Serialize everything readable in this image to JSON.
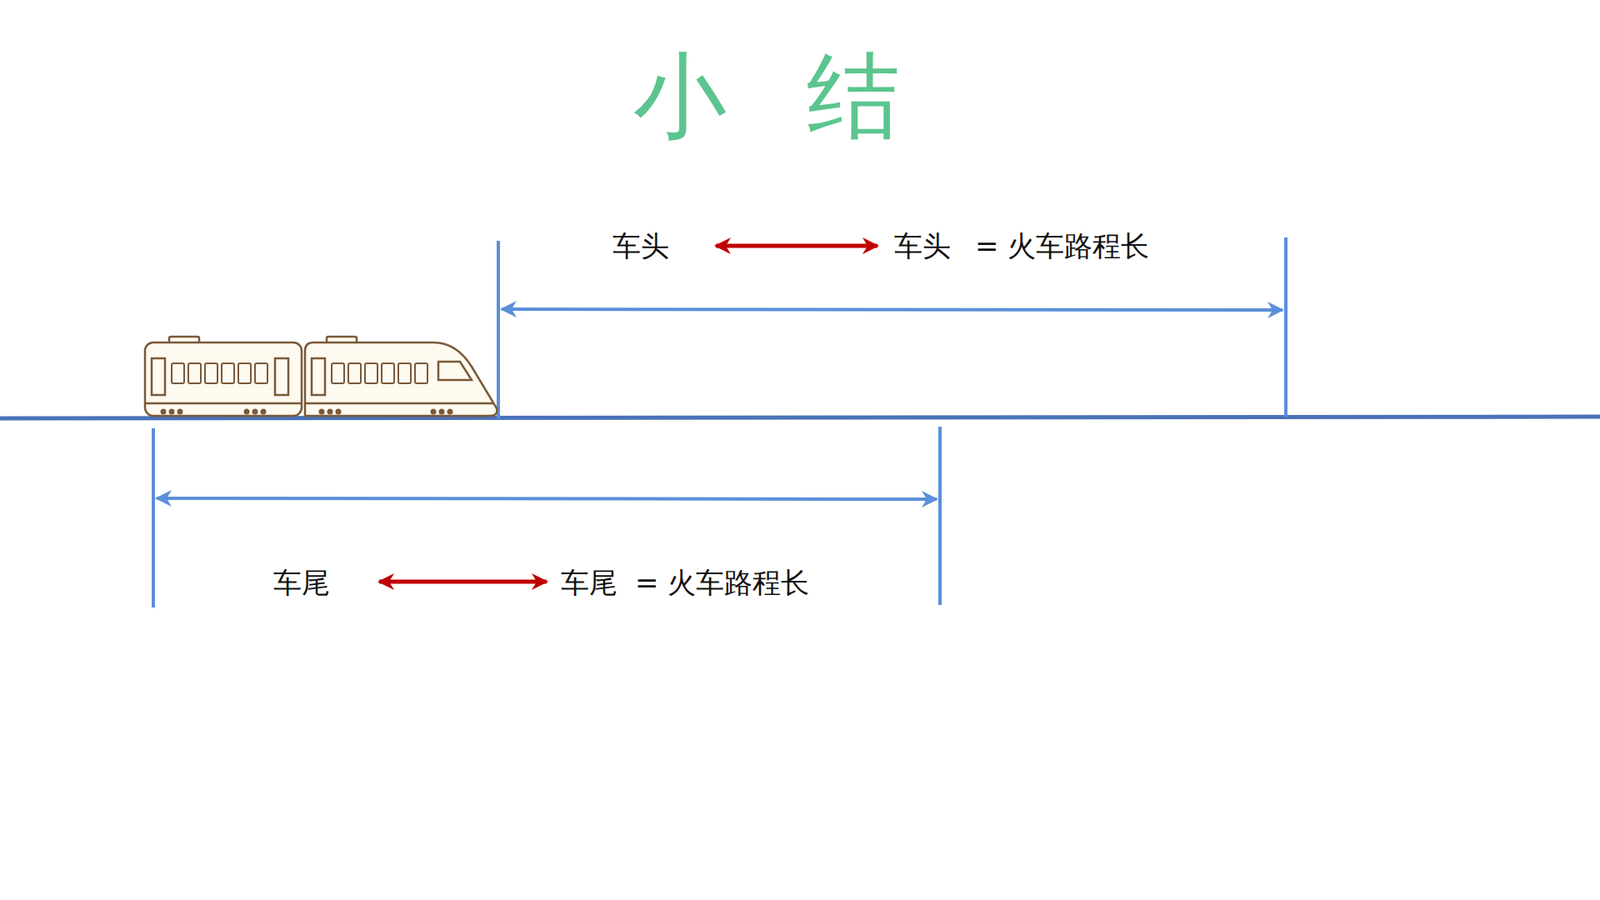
{
  "diagram": {
    "title": "小 结",
    "labels": [
      "车头",
      "车头",
      "= 火车路程长",
      "车尾",
      "车尾",
      "= 火车路程长"
    ]
  }
}
